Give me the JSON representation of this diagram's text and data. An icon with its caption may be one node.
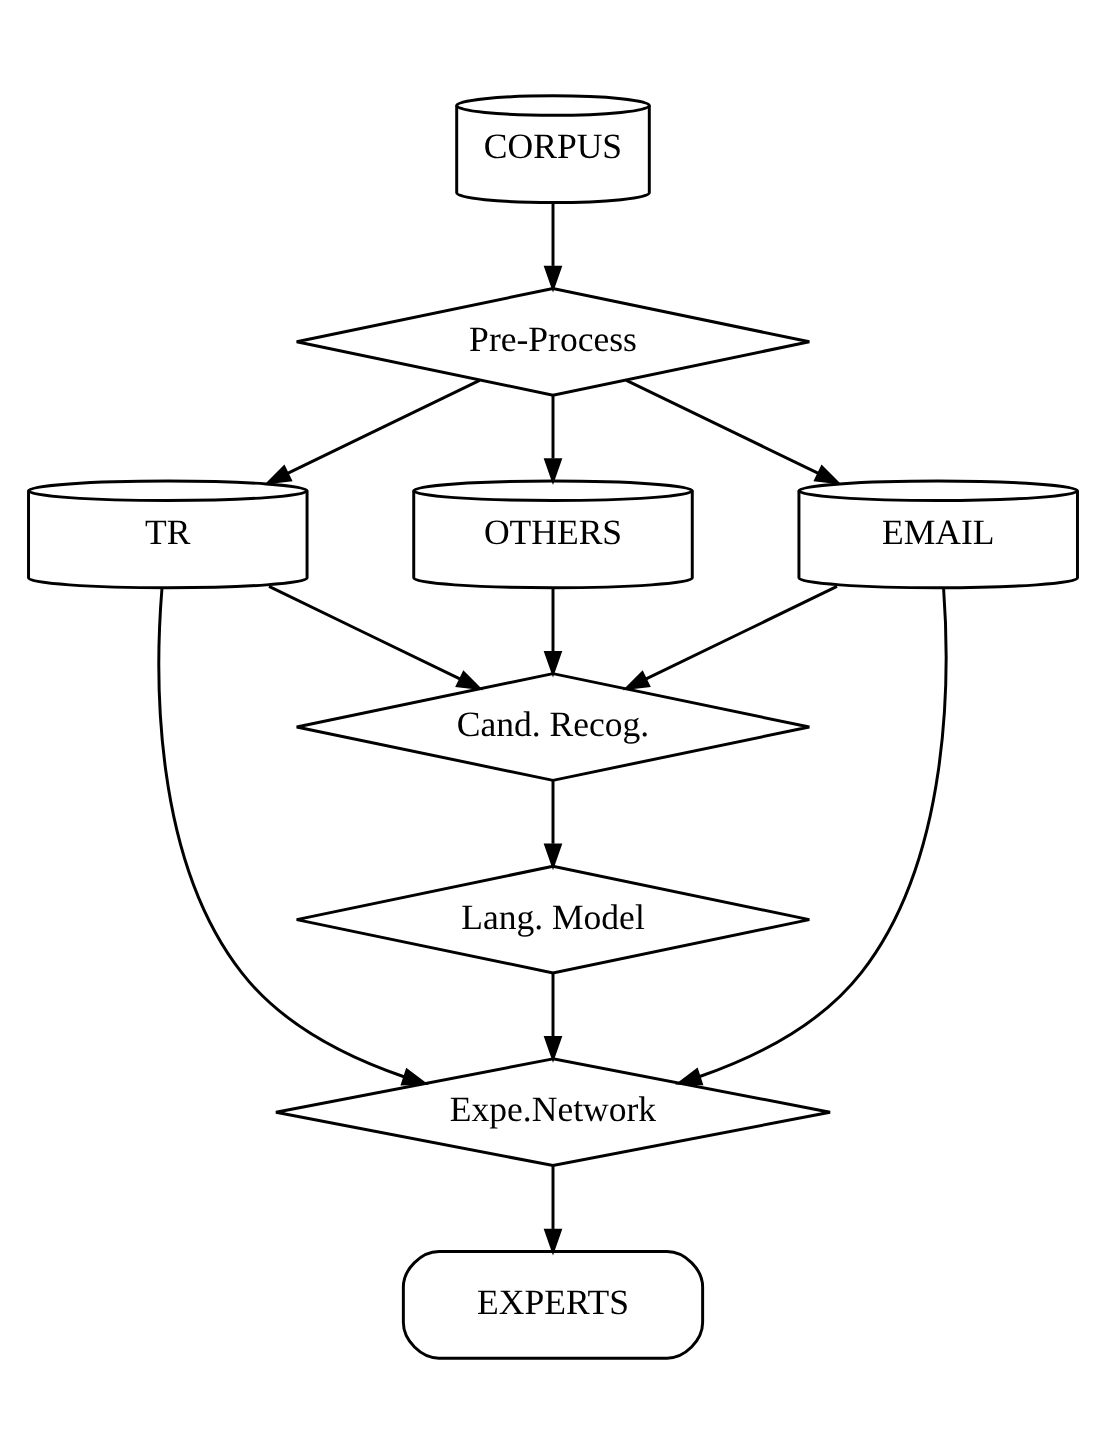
{
  "diagram": {
    "nodes": [
      {
        "text": [
          "CORPUS"
        ]
      },
      {
        "text": [
          "Pre-Process"
        ]
      },
      {
        "text": [
          "TR"
        ]
      },
      {
        "text": [
          "OTHERS"
        ]
      },
      {
        "text": [
          "EMAIL"
        ]
      },
      {
        "text": [
          "Cand. Recog."
        ]
      },
      {
        "text": [
          "Lang. Model"
        ]
      },
      {
        "text": [
          "Expe.Network"
        ]
      },
      {
        "text": [
          "EXPERTS"
        ]
      }
    ],
    "edges": [
      {
        "from": 0,
        "to": 1,
        "arrow": "to"
      },
      {
        "from": 1,
        "to": 2,
        "arrow": "to"
      },
      {
        "from": 1,
        "to": 3,
        "arrow": "to"
      },
      {
        "from": 1,
        "to": 4,
        "arrow": "to"
      },
      {
        "from": 2,
        "to": 5,
        "arrow": "to"
      },
      {
        "from": 3,
        "to": 5,
        "arrow": "to"
      },
      {
        "from": 4,
        "to": 5,
        "arrow": "to"
      },
      {
        "from": 5,
        "to": 6,
        "arrow": "to"
      },
      {
        "from": 6,
        "to": 7,
        "arrow": "to"
      },
      {
        "from": 2,
        "to": 7,
        "arrow": "to"
      },
      {
        "from": 4,
        "to": 7,
        "arrow": "to"
      },
      {
        "from": 7,
        "to": 8,
        "arrow": "to"
      }
    ]
  }
}
